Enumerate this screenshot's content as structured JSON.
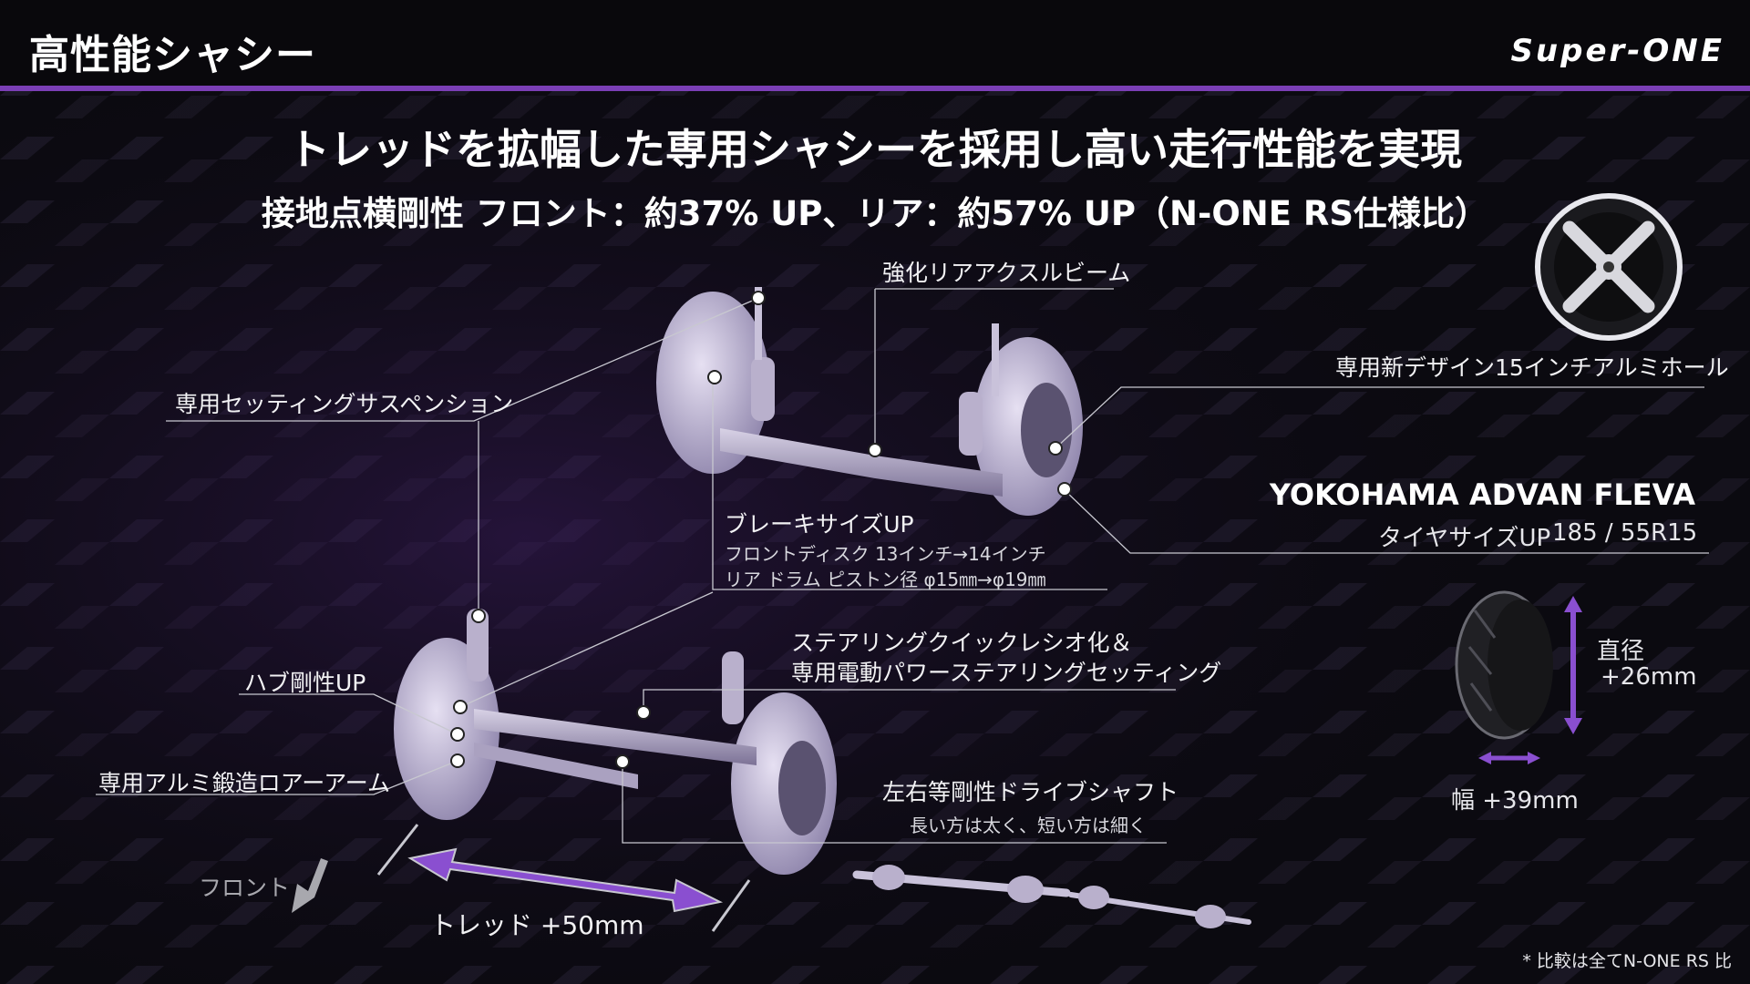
{
  "header": {
    "title": "高性能シャシー",
    "brand": "Super-ONE"
  },
  "headline": "トレッドを拡幅した専用シャシーを採用し高い走行性能を実現",
  "subheadline": "接地点横剛性 フロント：約37% UP、リア：約57% UP（N-ONE RS仕様比）",
  "callouts": {
    "rear_axle_beam": "強化リアアクスルビーム",
    "suspension": "専用セッティングサスペンション",
    "wheel": "専用新デザイン15インチアルミホール",
    "brake_title": "ブレーキサイズUP",
    "brake_front": "フロントディスク 13インチ→14インチ",
    "brake_rear": "リア ドラム ピストン径 φ15㎜→φ19㎜",
    "steering_line1": "ステアリングクイックレシオ化＆",
    "steering_line2": "専用電動パワーステアリングセッティング",
    "hub": "ハブ剛性UP",
    "lower_arm": "専用アルミ鍛造ロアーアーム",
    "driveshaft": "左右等剛性ドライブシャフト",
    "driveshaft_sub": "長い方は太く、短い方は細く"
  },
  "tire": {
    "name": "YOKOHAMA ADVAN FLEVA",
    "size_label": "タイヤサイズUP",
    "size_value": "185 / 55R15",
    "diameter_label": "直径",
    "diameter_value": "+26mm",
    "width_value": "幅 +39mm"
  },
  "tread": {
    "front_label": "フロント",
    "tread_value": "トレッド +50mm"
  },
  "footnote": "* 比較は全てN-ONE RS 比",
  "colors": {
    "accent": "#7b3fb6",
    "arrow": "#8a4fd0",
    "text": "#f2f2f4",
    "background": "#0b0a10"
  }
}
